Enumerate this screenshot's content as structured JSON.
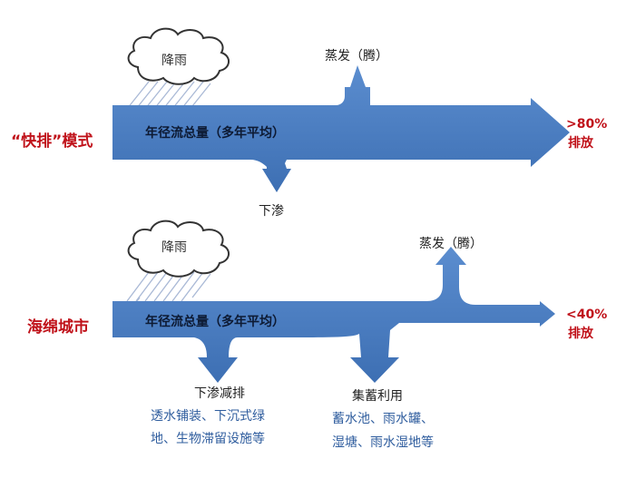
{
  "top": {
    "mode_label": "“快排”模式",
    "rain_label": "降雨",
    "arrow_label": "年径流总量（多年平均）",
    "evaporation_label": "蒸发（腾）",
    "infiltration_label": "下渗",
    "discharge_value": ">80%",
    "discharge_label": "排放"
  },
  "bottom": {
    "mode_label": "海绵城市",
    "rain_label": "降雨",
    "arrow_label": "年径流总量（多年平均）",
    "evaporation_label": "蒸发（腾）",
    "infiltration_label": "下渗减排",
    "infiltration_detail_1": "透水铺装、下沉式绿",
    "infiltration_detail_2": "地、生物滞留设施等",
    "storage_label": "集蓄利用",
    "storage_detail_1": "蓄水池、雨水罐、",
    "storage_detail_2": "湿塘、雨水湿地等",
    "discharge_value": "<40%",
    "discharge_label": "排放"
  },
  "colors": {
    "arrow_fill": "#4a7dc0",
    "accent_red": "#c0121a",
    "detail_blue": "#2f5d9e"
  }
}
